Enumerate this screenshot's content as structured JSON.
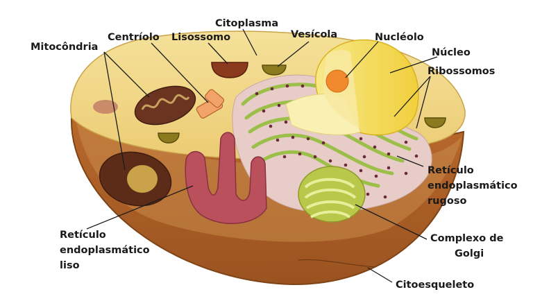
{
  "diagram": {
    "labels": {
      "citoplasma": "Citoplasma",
      "centriolo": "Centríolo",
      "lisossomo": "Lisossomo",
      "vesicula": "Vesícola",
      "nucleolo": "Nucléolo",
      "nucleo": "Núcleo",
      "mitocondria": "Mitocôndria",
      "ribossomos": "Ribossomos",
      "rer": [
        "Retículo",
        "endoplasmático",
        "rugoso"
      ],
      "rel": [
        "Retículo",
        "endoplasmático",
        "liso"
      ],
      "golgi": [
        "Complexo de",
        "Golgi"
      ],
      "citoesqueleto": "Citoesqueleto"
    },
    "colors": {
      "cytoplasm": "#f2d98a",
      "membrane_outer": "#b5682c",
      "membrane_inner": "#8e4b1c",
      "nucleus": "#f6e06a",
      "nucleus_cut": "#f9f1b4",
      "nucleolus": "#f08a2c",
      "er_rough": "#e7c9c6",
      "er_rough_ribbons": "#9cbf4a",
      "ribosome": "#6b2a3a",
      "er_smooth": "#b9505c",
      "golgi": "#b9c84a",
      "mitochondria": "#6b3420",
      "lysosome": "#8c3a1e",
      "vesicle": "#8c7a1e",
      "centriole": "#f2a36a"
    }
  }
}
